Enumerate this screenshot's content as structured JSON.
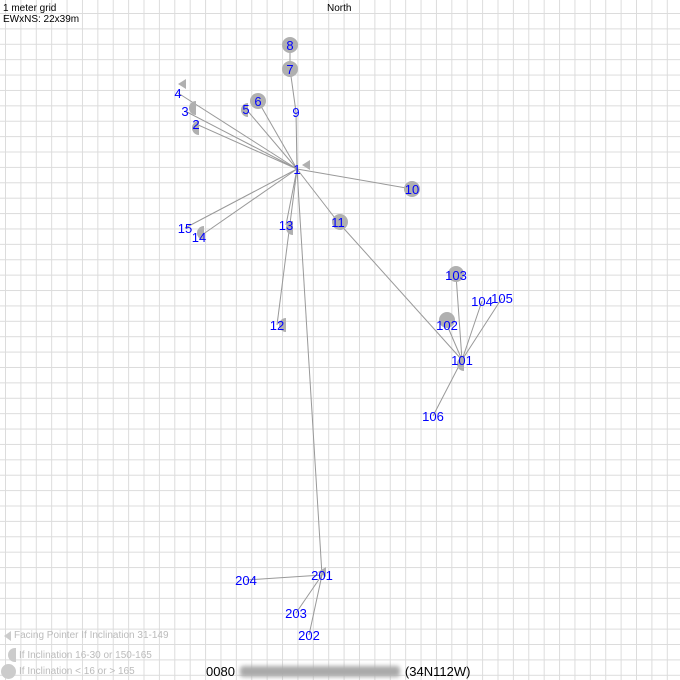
{
  "header": {
    "grid_label": "1 meter grid",
    "dimensions": "EWxNS: 22x39m",
    "north_label": "North"
  },
  "legend": [
    {
      "icon": "facing-pointer",
      "text": "Facing Pointer If Inclination 31-149"
    },
    {
      "icon": "half-circle",
      "text": "If Inclination 16-30 or 150-165"
    },
    {
      "icon": "circle",
      "text": "If Inclination < 16 or > 165"
    }
  ],
  "footer": {
    "code": "0080",
    "grid_ref": "(34N112W)"
  },
  "stations": [
    "1",
    "2",
    "3",
    "4",
    "5",
    "6",
    "7",
    "8",
    "9",
    "10",
    "11",
    "12",
    "13",
    "14",
    "15",
    "101",
    "102",
    "103",
    "104",
    "105",
    "106",
    "201",
    "202",
    "203",
    "204"
  ],
  "connections": [
    [
      "1",
      "2"
    ],
    [
      "1",
      "3"
    ],
    [
      "1",
      "4"
    ],
    [
      "1",
      "5"
    ],
    [
      "1",
      "6"
    ],
    [
      "1",
      "9"
    ],
    [
      "9",
      "7"
    ],
    [
      "7",
      "8"
    ],
    [
      "1",
      "10"
    ],
    [
      "1",
      "11"
    ],
    [
      "1",
      "12"
    ],
    [
      "1",
      "13"
    ],
    [
      "1",
      "14"
    ],
    [
      "1",
      "15"
    ],
    [
      "1",
      "201"
    ],
    [
      "11",
      "101"
    ],
    [
      "101",
      "102"
    ],
    [
      "101",
      "103"
    ],
    [
      "101",
      "104"
    ],
    [
      "101",
      "105"
    ],
    [
      "101",
      "106"
    ],
    [
      "201",
      "202"
    ],
    [
      "201",
      "203"
    ],
    [
      "201",
      "204"
    ]
  ],
  "colors": {
    "label": "#0000ff",
    "marker": "#b0b0b0",
    "line": "#999999"
  }
}
